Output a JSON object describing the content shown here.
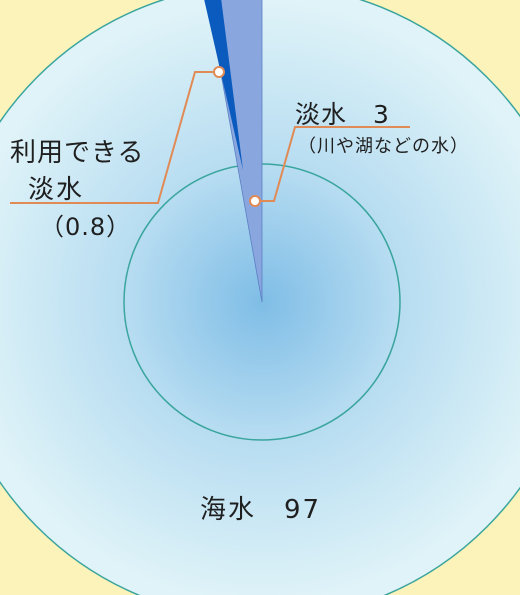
{
  "labels": {
    "fresh_water": "淡水　3",
    "fresh_water_note": "（川や湖などの水）",
    "usable_line1": "利用できる",
    "usable_line2": "淡水",
    "usable_value": "（0.8）",
    "sea_water": "海水　97"
  },
  "diagram_data": {
    "sea_water_pct": 97,
    "fresh_water_pct": 3,
    "usable_fresh_water_pct": 0.8
  },
  "colors": {
    "background": "#fbf3b9",
    "sea_outer": "#d3eef6",
    "sea_inner": "#7fbde6",
    "ring_stroke": "#3aa49e",
    "fresh_water_wedge": "#8aa6de",
    "usable_wedge": "#0b5bbf",
    "leader_line": "#e08a55"
  }
}
